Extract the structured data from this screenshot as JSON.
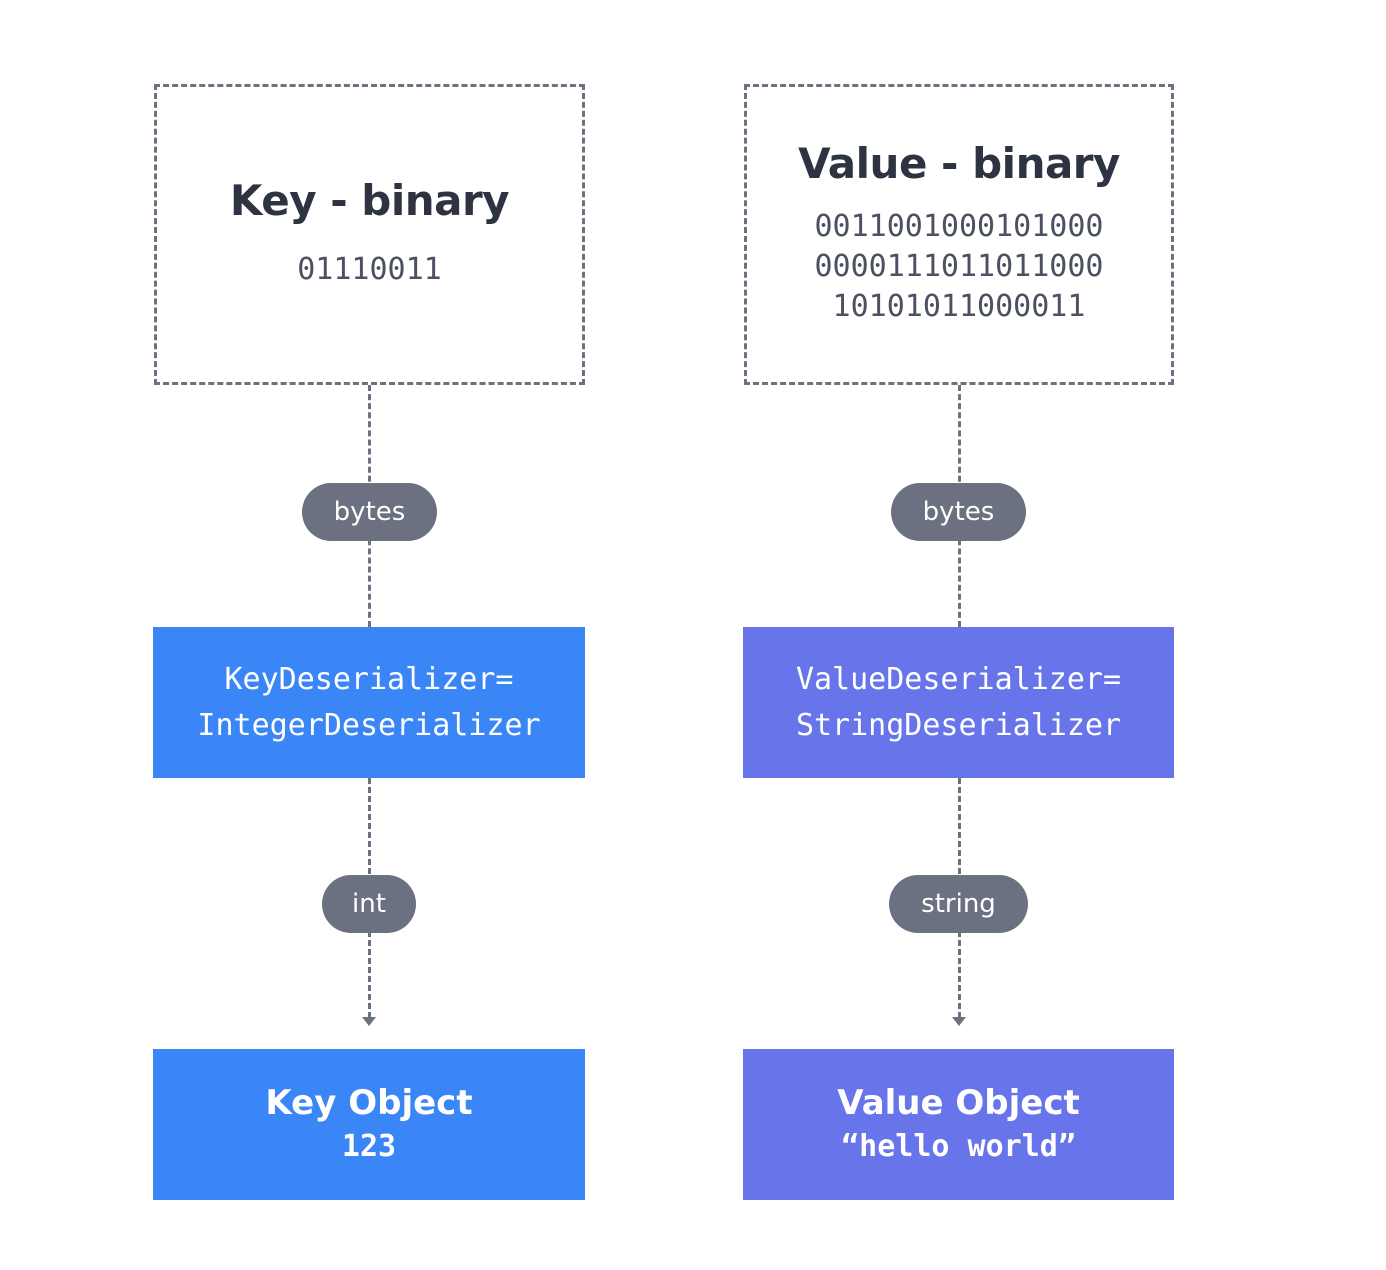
{
  "colors": {
    "key_blue": "#3b86f6",
    "value_indigo": "#6774ea",
    "pill_gray": "#6b7180",
    "line_gray": "#6b7280",
    "title_dark": "#2d3340"
  },
  "key": {
    "source_title": "Key - binary",
    "source_bits": [
      "01110011"
    ],
    "edge1_label": "bytes",
    "deserializer_lines": [
      "KeyDeserializer=",
      "IntegerDeserializer"
    ],
    "edge2_label": "int",
    "object_title": "Key Object",
    "object_value": "123"
  },
  "value": {
    "source_title": "Value - binary",
    "source_bits": [
      "0011001000101000",
      "0000111011011000",
      "10101011000011"
    ],
    "edge1_label": "bytes",
    "deserializer_lines": [
      "ValueDeserializer=",
      "StringDeserializer"
    ],
    "edge2_label": "string",
    "object_title": "Value Object",
    "object_value": "“hello world”"
  }
}
